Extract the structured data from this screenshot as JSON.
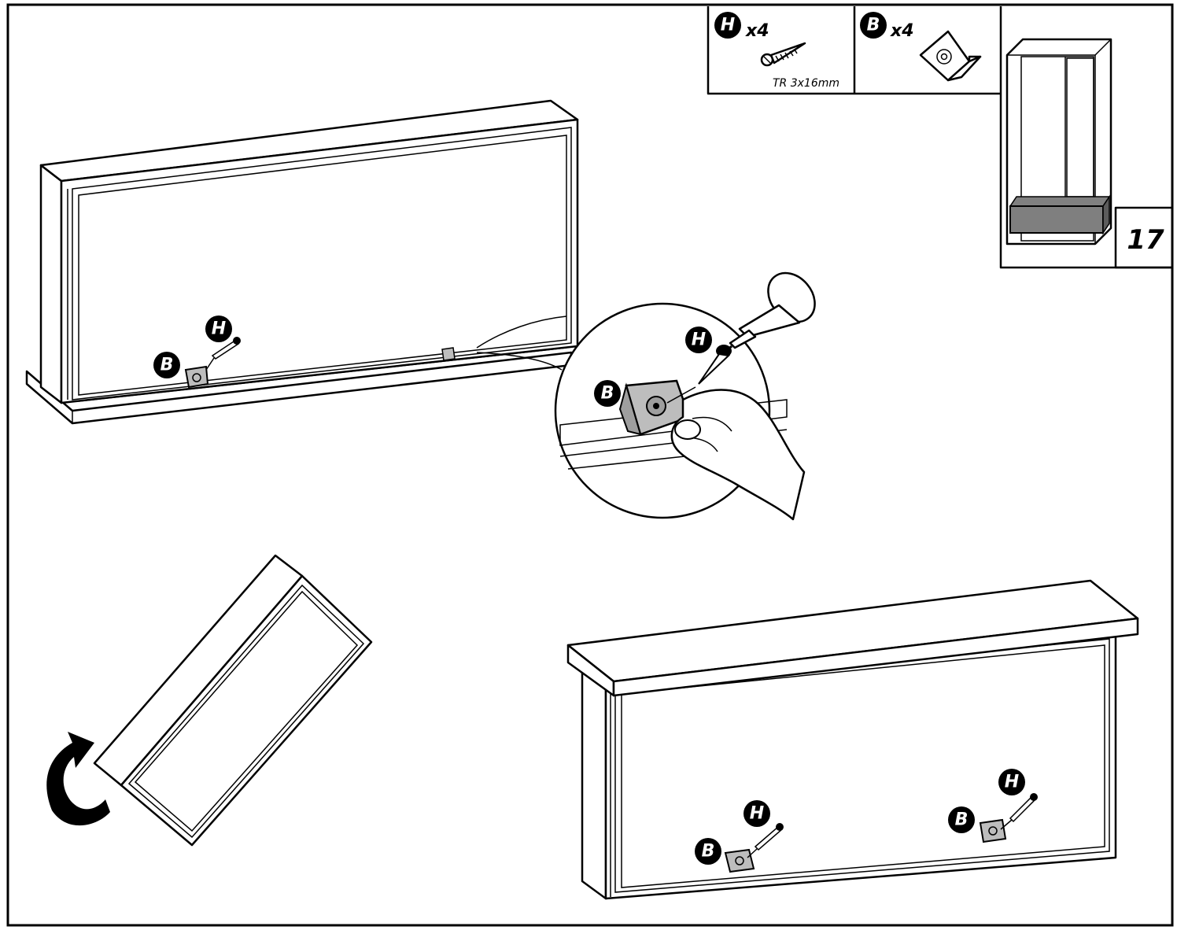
{
  "step": {
    "number": "17"
  },
  "parts": [
    {
      "letter": "H",
      "quantity": "x4",
      "spec": "TR 3x16mm",
      "icon": "screw-icon"
    },
    {
      "letter": "B",
      "quantity": "x4",
      "icon": "corner-block-icon"
    }
  ],
  "callouts": {
    "screw": "H",
    "block": "B"
  },
  "colors": {
    "ink": "#000000",
    "paper": "#ffffff",
    "block_fill": "#bdbdbd",
    "highlight_fill": "#808080"
  }
}
